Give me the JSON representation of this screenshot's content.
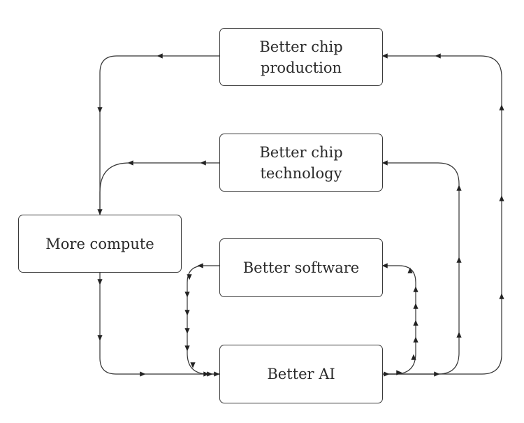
{
  "diagram": {
    "nodes": {
      "chip_production": {
        "lines": [
          "Better chip",
          "production"
        ]
      },
      "chip_technology": {
        "lines": [
          "Better chip",
          "technology"
        ]
      },
      "more_compute": {
        "label": "More compute"
      },
      "better_software": {
        "label": "Better software"
      },
      "better_ai": {
        "label": "Better AI"
      }
    },
    "edges": [
      {
        "from": "chip_production",
        "to": "more_compute"
      },
      {
        "from": "chip_technology",
        "to": "more_compute"
      },
      {
        "from": "more_compute",
        "to": "better_ai"
      },
      {
        "from": "better_software",
        "to": "better_ai"
      },
      {
        "from": "better_ai",
        "to": "better_software"
      },
      {
        "from": "better_ai",
        "to": "chip_technology"
      },
      {
        "from": "better_ai",
        "to": "chip_production"
      }
    ]
  }
}
